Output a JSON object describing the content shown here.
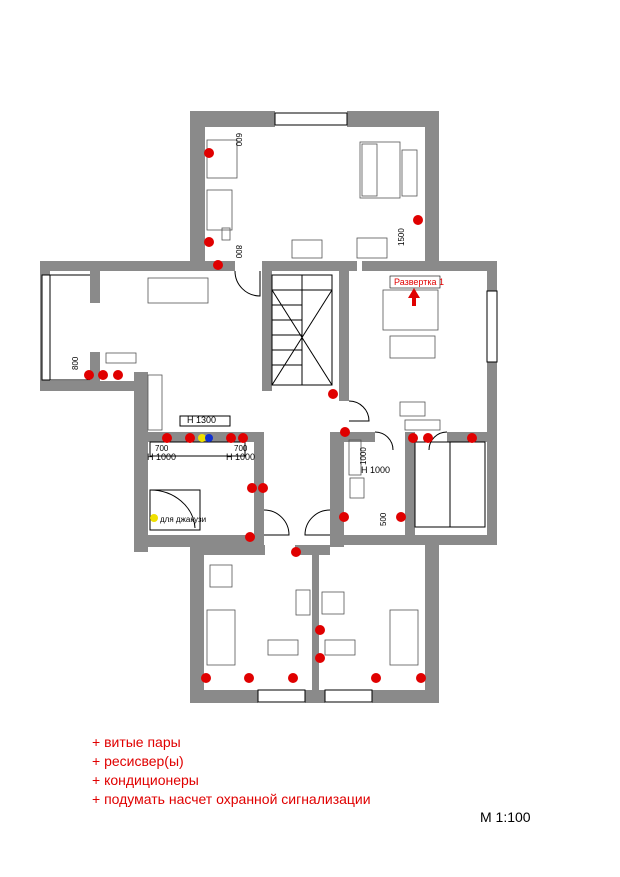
{
  "plan": {
    "labels": {
      "razvertka": "Развертка 1",
      "h1300": "H 1300",
      "h1000_a": "H 1000",
      "h1000_b": "H 1000",
      "h1000_c": "H 1000",
      "d700_a": "700",
      "d700_b": "700",
      "jacuzzi": "для джакузи",
      "d600": "600",
      "d800_top": "800",
      "d1500": "1500",
      "d800_left": "800",
      "d500": "500",
      "d1000_v": "1000"
    },
    "colors": {
      "wall": "#8a8a8a",
      "outlet": "#e00000",
      "accent_yellow": "#f0e000",
      "accent_blue": "#1030d0",
      "line": "#000000"
    }
  },
  "notes": [
    "+ витые пары",
    "+ ресисвер(ы)",
    "+ кондиционеры",
    "+ подумать насчет охранной сигнализации"
  ],
  "scale": "М 1:100"
}
